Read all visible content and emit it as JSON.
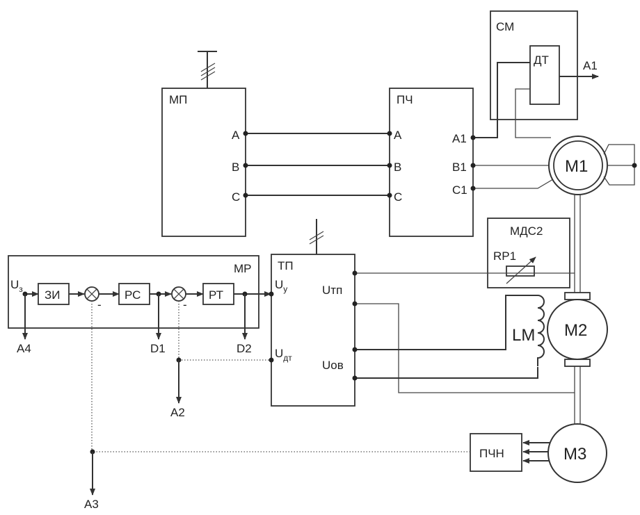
{
  "blocks": {
    "mp": "МП",
    "pch": "ПЧ",
    "sm": "СМ",
    "dt": "ДТ",
    "mr": "МР",
    "tp": "ТП",
    "zi": "ЗИ",
    "rs": "РС",
    "rt": "РТ",
    "mds2": "МДС2",
    "rp1": "RP1",
    "lm": "LM",
    "pchn": "ПЧН",
    "m1": "M1",
    "m2": "M2",
    "m3": "M3"
  },
  "ports": {
    "mp_a": "A",
    "mp_b": "B",
    "mp_c": "C",
    "pch_a": "A",
    "pch_b": "B",
    "pch_c": "C",
    "pch_a1": "A1",
    "pch_b1": "B1",
    "pch_c1": "C1",
    "tp_uy_main": "U",
    "tp_uy_sub": "у",
    "tp_udt_main": "U",
    "tp_udt_sub": "дт",
    "tp_utp": "Uтп",
    "tp_uov": "Uов",
    "mr_uz_main": "U",
    "mr_uz_sub": "з",
    "minus1": "-",
    "minus2": "-"
  },
  "outputs": {
    "a1": "A1",
    "a2": "A2",
    "a3": "A3",
    "a4": "A4",
    "d1": "D1",
    "d2": "D2"
  }
}
